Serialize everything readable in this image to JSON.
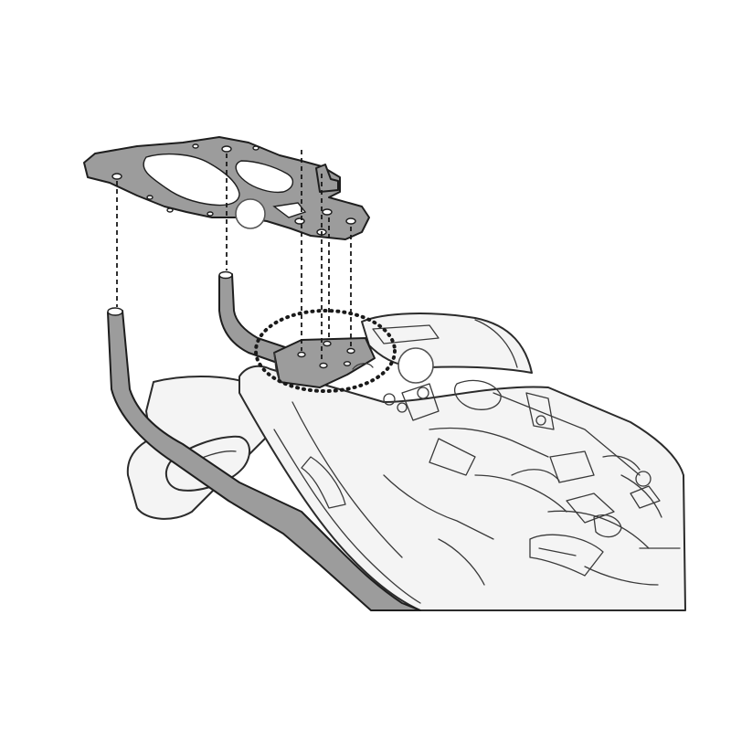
{
  "diagram": {
    "kind": "exploded-assembly",
    "parts": [
      {
        "name": "top-case-mounting-plate"
      },
      {
        "name": "left-rack-arm"
      },
      {
        "name": "right-rack-arm"
      },
      {
        "name": "center-bracket"
      },
      {
        "name": "motorcycle-tail-section"
      }
    ],
    "callouts": [
      {
        "name": "highlight-ring-center-bracket",
        "style": "dotted-ellipse"
      },
      {
        "name": "reference-marker-plate",
        "shape": "circle"
      },
      {
        "name": "reference-marker-bracket",
        "shape": "circle"
      }
    ],
    "alignment_guides": 6,
    "colors": {
      "part_fill": "#9c9c9c",
      "line": "#1e1e1e",
      "body_fill": "#f4f4f4",
      "background": "#ffffff"
    }
  }
}
